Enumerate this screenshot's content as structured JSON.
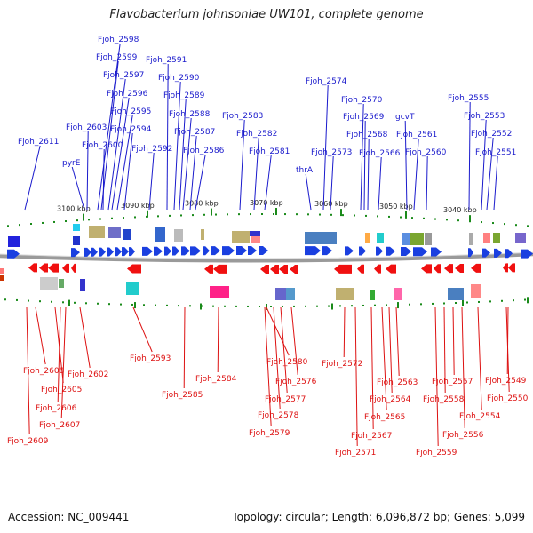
{
  "title": "Flavobacterium johnsoniae UW101, complete genome",
  "footer": {
    "accession": "Accession: NC_009441",
    "summary": "Topology: circular; Length: 6,096,872 bp; Genes: 5,099"
  },
  "scale_labels": [
    "3100 kbp",
    "3090 kbp",
    "3080 kbp",
    "3070 kbp",
    "3060 kbp",
    "3050 kbp",
    "3040 kbp"
  ],
  "colors": {
    "forward_label": "#1a1acc",
    "reverse_label": "#dd1111",
    "forward_gene": "#1a3fe0",
    "reverse_gene": "#f01010",
    "backbone": "#808080",
    "tick": "#1a8a1a"
  },
  "forward_labels": [
    "Fjoh_2611",
    "pyrE",
    "Fjoh_2603",
    "Fjoh_2600",
    "Fjoh_2598",
    "Fjoh_2599",
    "Fjoh_2597",
    "Fjoh_2596",
    "Fjoh_2595",
    "Fjoh_2594",
    "Fjoh_2592",
    "Fjoh_2591",
    "Fjoh_2590",
    "Fjoh_2589",
    "Fjoh_2588",
    "Fjoh_2587",
    "Fjoh_2586",
    "Fjoh_2583",
    "Fjoh_2582",
    "Fjoh_2581",
    "thrA",
    "Fjoh_2574",
    "Fjoh_2573",
    "Fjoh_2570",
    "Fjoh_2569",
    "Fjoh_2568",
    "Fjoh_2566",
    "gcvT",
    "Fjoh_2561",
    "Fjoh_2560",
    "Fjoh_2555",
    "Fjoh_2553",
    "Fjoh_2552",
    "Fjoh_2551"
  ],
  "reverse_labels": [
    "Fjoh_2608",
    "Fjoh_2605",
    "Fjoh_2606",
    "Fjoh_2607",
    "Fjoh_2609",
    "Fjoh_2602",
    "Fjoh_2593",
    "Fjoh_2585",
    "Fjoh_2584",
    "Fjoh_2580",
    "Fjoh_2577",
    "Fjoh_2578",
    "Fjoh_2579",
    "Fjoh_2576",
    "Fjoh_2572",
    "Fjoh_2567",
    "Fjoh_2571",
    "Fjoh_2565",
    "Fjoh_2564",
    "Fjoh_2563",
    "Fjoh_2559",
    "Fjoh_2558",
    "Fjoh_2557",
    "Fjoh_2556",
    "Fjoh_2554",
    "Fjoh_2549",
    "Fjoh_2550"
  ]
}
